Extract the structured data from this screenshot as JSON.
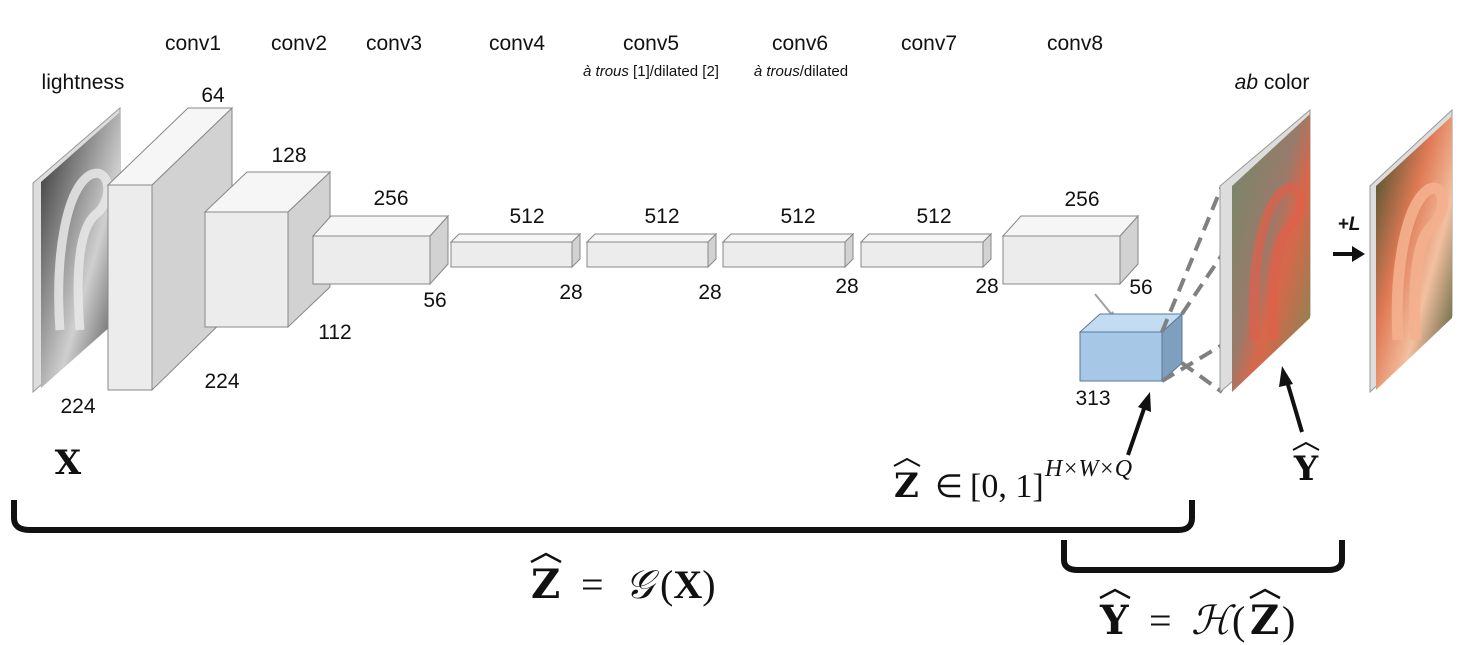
{
  "layers": {
    "conv1": "conv1",
    "conv2": "conv2",
    "conv3": "conv3",
    "conv4": "conv4",
    "conv5": "conv5",
    "conv6": "conv6",
    "conv7": "conv7",
    "conv8": "conv8"
  },
  "notes": {
    "conv5_a": "à trous",
    "conv5_b": " [1]/dilated [2]",
    "conv6_a": "à trous",
    "conv6_b": "/dilated"
  },
  "input_label": "lightness",
  "output_label": {
    "italic": "ab",
    "rest": " color"
  },
  "plus_l": "+L",
  "channels": {
    "conv1": "64",
    "conv2": "128",
    "conv3": "256",
    "conv4": "512",
    "conv5": "512",
    "conv6": "512",
    "conv7": "512",
    "conv8": "256"
  },
  "spatial": {
    "input": "224",
    "conv1": "224",
    "conv2": "112",
    "conv3": "56",
    "conv4": "28",
    "conv5": "28",
    "conv6": "28",
    "conv7": "28",
    "conv8": "56",
    "output": "313"
  },
  "math": {
    "x": "X",
    "y_hat": "Y",
    "z_in": {
      "z": "Z",
      "in": "∈",
      "range": "[0, 1]",
      "sup": "H×W×Q"
    },
    "eq_g": {
      "lhs": "Z",
      "eq": "=",
      "fn": "𝒢",
      "arg": "(X)"
    },
    "eq_h": {
      "lhs": "Y",
      "eq": "=",
      "fn": "ℋ",
      "open": "(",
      "arg": "Z",
      "close": ")"
    }
  },
  "colors": {
    "block_front": "#ececec",
    "block_side": "#cfcfcf",
    "block_top": "#f5f5f5",
    "output_block": "#a7c7e7",
    "dashed": "#808080"
  }
}
